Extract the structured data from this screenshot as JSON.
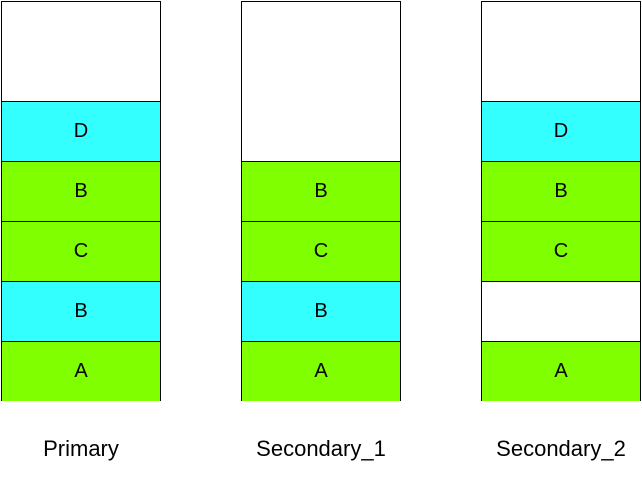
{
  "colors": {
    "green": "#80ff00",
    "cyan": "#33ffff",
    "empty": "#ffffff",
    "border": "#000000"
  },
  "stacks": [
    {
      "label": "Primary",
      "slots": [
        {
          "text": "A",
          "color": "green"
        },
        {
          "text": "B",
          "color": "cyan"
        },
        {
          "text": "C",
          "color": "green"
        },
        {
          "text": "B",
          "color": "green"
        },
        {
          "text": "D",
          "color": "cyan"
        }
      ]
    },
    {
      "label": "Secondary_1",
      "slots": [
        {
          "text": "A",
          "color": "green"
        },
        {
          "text": "B",
          "color": "cyan"
        },
        {
          "text": "C",
          "color": "green"
        },
        {
          "text": "B",
          "color": "green"
        }
      ]
    },
    {
      "label": "Secondary_2",
      "slots": [
        {
          "text": "A",
          "color": "green"
        },
        {
          "text": "",
          "color": "empty"
        },
        {
          "text": "C",
          "color": "green"
        },
        {
          "text": "B",
          "color": "green"
        },
        {
          "text": "D",
          "color": "cyan"
        }
      ]
    }
  ]
}
